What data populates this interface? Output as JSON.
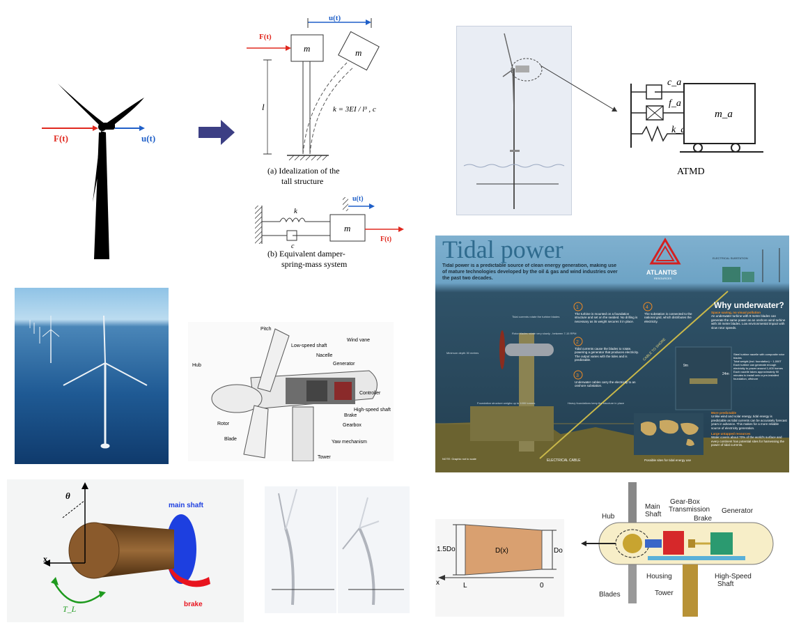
{
  "colors": {
    "force_red": "#e0281e",
    "disp_blue": "#1f5fc8",
    "arrow_navy": "#3c3f84",
    "tidal_bg": "#2b4a5e",
    "tidal_title": "#2f6b8e",
    "orange": "#f08a24",
    "olive": "#6b6330",
    "shaft_blue": "#1d3fe0",
    "brake_red": "#e8141e",
    "cyl_brown": "#8a5a2c",
    "tl_green": "#1e9a1e"
  },
  "panel_turbine_force": {
    "force_label": "F(t)",
    "disp_label": "u(t)"
  },
  "panel_sdof": {
    "disp_label": "u(t)",
    "force_label": "F(t)",
    "mass_label": "m",
    "mass_label_2": "m",
    "length_label": "l",
    "stiffness_formula": "k = 3EI / l³ , c",
    "caption_a_line1": "(a)  Idealization of the",
    "caption_a_line2": "tall structure",
    "b_disp_label": "u(t)",
    "b_spring_label": "k",
    "b_damper_label": "c",
    "b_mass_label": "m",
    "b_force_label": "F(t)",
    "caption_b_line1": "(b)  Equivalent damper-",
    "caption_b_line2": "spring-mass system"
  },
  "panel_atmd": {
    "ca_label": "c_a",
    "fa_label": "f_a",
    "ka_label": "k_a",
    "ma_label": "m_a",
    "title": "ATMD"
  },
  "panel_tidal": {
    "title": "Tidal power",
    "intro": "Tidal power is a predictable source of clean energy generation, making use of mature technologies developed by the oil & gas and wind industries over the past two decades.",
    "brand": "ATLANTIS",
    "brand_sub": "RESOURCES",
    "substation_label": "ELECTRICAL SUBSTATION",
    "step1": "The turbine is mounted on a foundation structure and set on the seabed. No drilling is necessary as its weight secures it in place.",
    "step2": "Tidal currents cause the blades to rotate, powering a generator that produces electricity. The output varies with the tides and is predictable.",
    "step3": "Underwater cables carry the electricity to an onshore substation.",
    "step4": "The substation is connected to the national grid, which distributes the electricity.",
    "why_title": "Why underwater?",
    "why_1_head": "Space saving, no visual pollution",
    "why_1_text": "An underwater turbine with 9 metre blades can generate the same power as an onshore wind turbine with 30 metre blades. Low environmental impact with slow rotor speeds.",
    "spec_1": "Steel turbine nacelle with composite rotor blades",
    "spec_2": "Total weight (incl. foundation) ~ 1,000T",
    "spec_3": "Each turbine can generate enough electricity to power around 1,400 homes",
    "spec_4": "Each nacelle takes approximately 90 minutes to install onto a pre-installed foundation, offshore",
    "dim_9m": "9m",
    "dim_24m": "24m",
    "why_2_head": "More predictable",
    "why_2_text": "Unlike wind and solar energy, tidal energy is predictable as tidal currents can be accurately forecast years in advance. This makes for a more reliable source of electricity generation.",
    "why_3_head": "Large untapped resources",
    "why_3_text": "Water covers about 70% of the world's surface and every continent has potential sites for harnessing the power of tidal currents.",
    "map_caption": "Possible sites for tidal energy use",
    "cable_label": "ELECTRICAL CABLE",
    "cable_shore": "CABLE TO SHORE",
    "ann_currents": "Tidal currents rotate the turbine blades",
    "ann_rotor": "Rotor blades rotate very slowly - between 7-15 RPM",
    "ann_depth": "Minimum depth 30 metres",
    "ann_foundation": "Foundation structure weighs up to 1000 tonnes",
    "ann_heavy": "Heavy foundations keep the structure in place",
    "note": "NOTE: Graphic not to scale"
  },
  "panel_nacelle": {
    "pitch": "Pitch",
    "low_speed_shaft": "Low-speed shaft",
    "wind_vane": "Wind vane",
    "hub": "Hub",
    "nacelle": "Nacelle",
    "generator": "Generator",
    "controller": "Controller",
    "high_speed_shaft": "High-speed shaft",
    "brake": "Brake",
    "gearbox": "Gearbox",
    "rotor": "Rotor",
    "blade": "Blade",
    "yaw": "Yaw mechanism",
    "tower": "Tower"
  },
  "panel_brake": {
    "theta": "θ",
    "x": "x",
    "main_shaft": "main shaft",
    "brake": "brake",
    "tl": "T_L"
  },
  "panel_taper": {
    "left_dim": "1.5Do",
    "mid_dim": "D(x)",
    "right_dim": "Do",
    "x_axis": "x",
    "L": "L",
    "zero": "0"
  },
  "panel_drivetrain": {
    "hub": "Hub",
    "main_shaft_1": "Main",
    "main_shaft_2": "Shaft",
    "gearbox_1": "Gear-Box",
    "gearbox_2": "Transmission",
    "brake": "Brake",
    "generator": "Generator",
    "housing": "Housing",
    "hs_1": "High-Speed",
    "hs_2": "Shaft",
    "blades": "Blades",
    "tower": "Tower"
  }
}
